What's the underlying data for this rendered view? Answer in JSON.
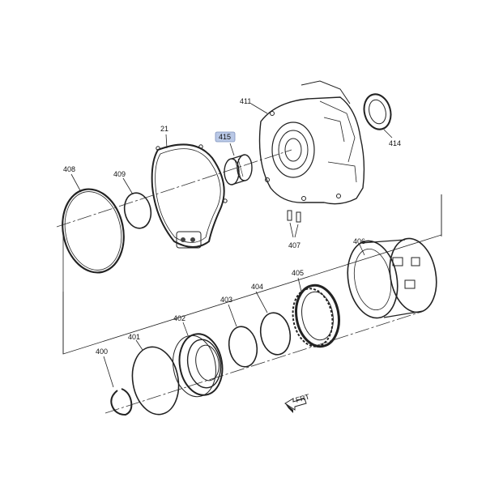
{
  "callouts": {
    "p411": "411",
    "p21": "21",
    "p415": "415",
    "p414": "414",
    "p408": "408",
    "p409": "409",
    "p407": "407",
    "p406": "406",
    "p405": "405",
    "p404": "404",
    "p403": "403",
    "p402": "402",
    "p401": "401",
    "p400": "400"
  },
  "highlight_color": "#b9c8e6",
  "direction_arrow": {
    "label": "FRT",
    "icon": "arrow-front-icon"
  }
}
